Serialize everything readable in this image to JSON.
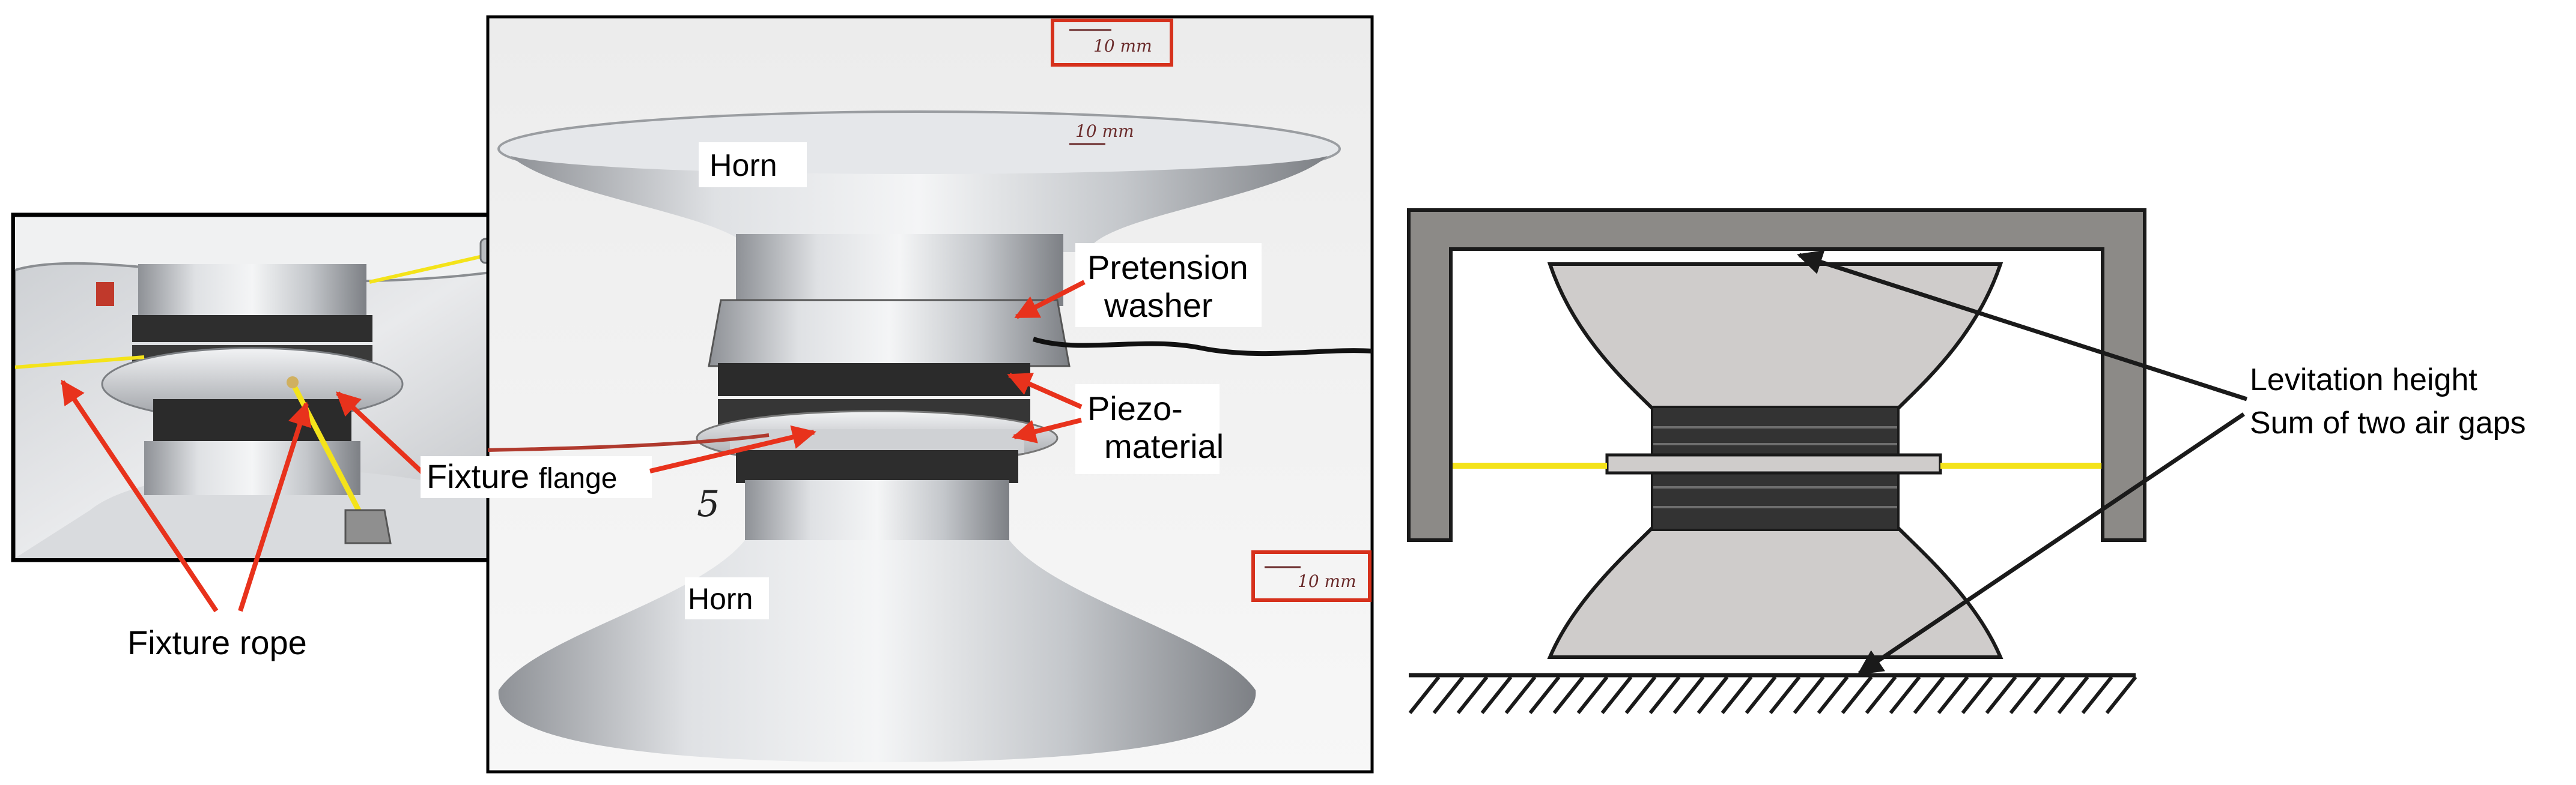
{
  "inset_photo": {
    "labels": {
      "fixture_flange_main": "Fixture ",
      "fixture_flange_sub": "flange",
      "fixture_rope": "Fixture rope"
    }
  },
  "main_photo": {
    "labels": {
      "horn_top": "Horn",
      "horn_bottom": "Horn",
      "pretension_line1": "Pretension",
      "pretension_line2": "washer",
      "piezo_line1": "Piezo-",
      "piezo_line2": "material",
      "horn_number": "5"
    },
    "scale_bars": [
      "10 mm",
      "10 mm",
      "10 mm"
    ]
  },
  "schematic": {
    "labels": {
      "levitation_height": "Levitation height",
      "sum_air_gaps": "Sum of two air gaps"
    }
  },
  "colors": {
    "arrow_red": "#e8321c",
    "rope_yellow": "#f4e31a",
    "frame_gray": "#8c8a87",
    "horn_gray": "#cfcccb",
    "piezo_dark": "#333333",
    "outline": "#1a1a1a"
  }
}
